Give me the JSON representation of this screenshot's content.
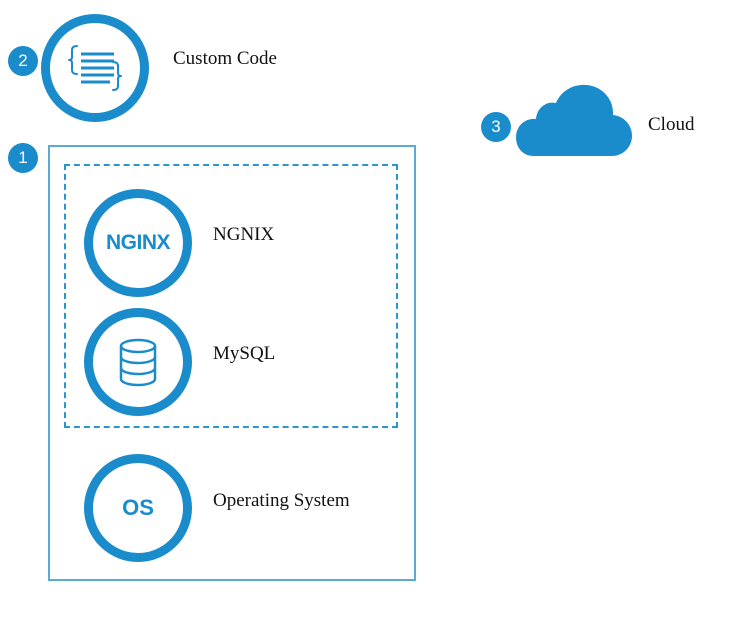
{
  "colors": {
    "accent": "#1a8ccc",
    "box_border": "#5aa9d8",
    "dashed_border": "#2a95d3"
  },
  "badges": {
    "stack": "1",
    "custom_code": "2",
    "cloud": "3"
  },
  "nodes": {
    "custom_code": {
      "label": "Custom Code",
      "icon": "code-document-icon"
    },
    "cloud": {
      "label": "Cloud",
      "icon": "cloud-icon"
    },
    "nginx": {
      "label": "NGNIX",
      "icon_text": "NGINX"
    },
    "mysql": {
      "label": "MySQL",
      "icon": "database-icon"
    },
    "os": {
      "label": "Operating System",
      "icon_text": "OS"
    }
  }
}
